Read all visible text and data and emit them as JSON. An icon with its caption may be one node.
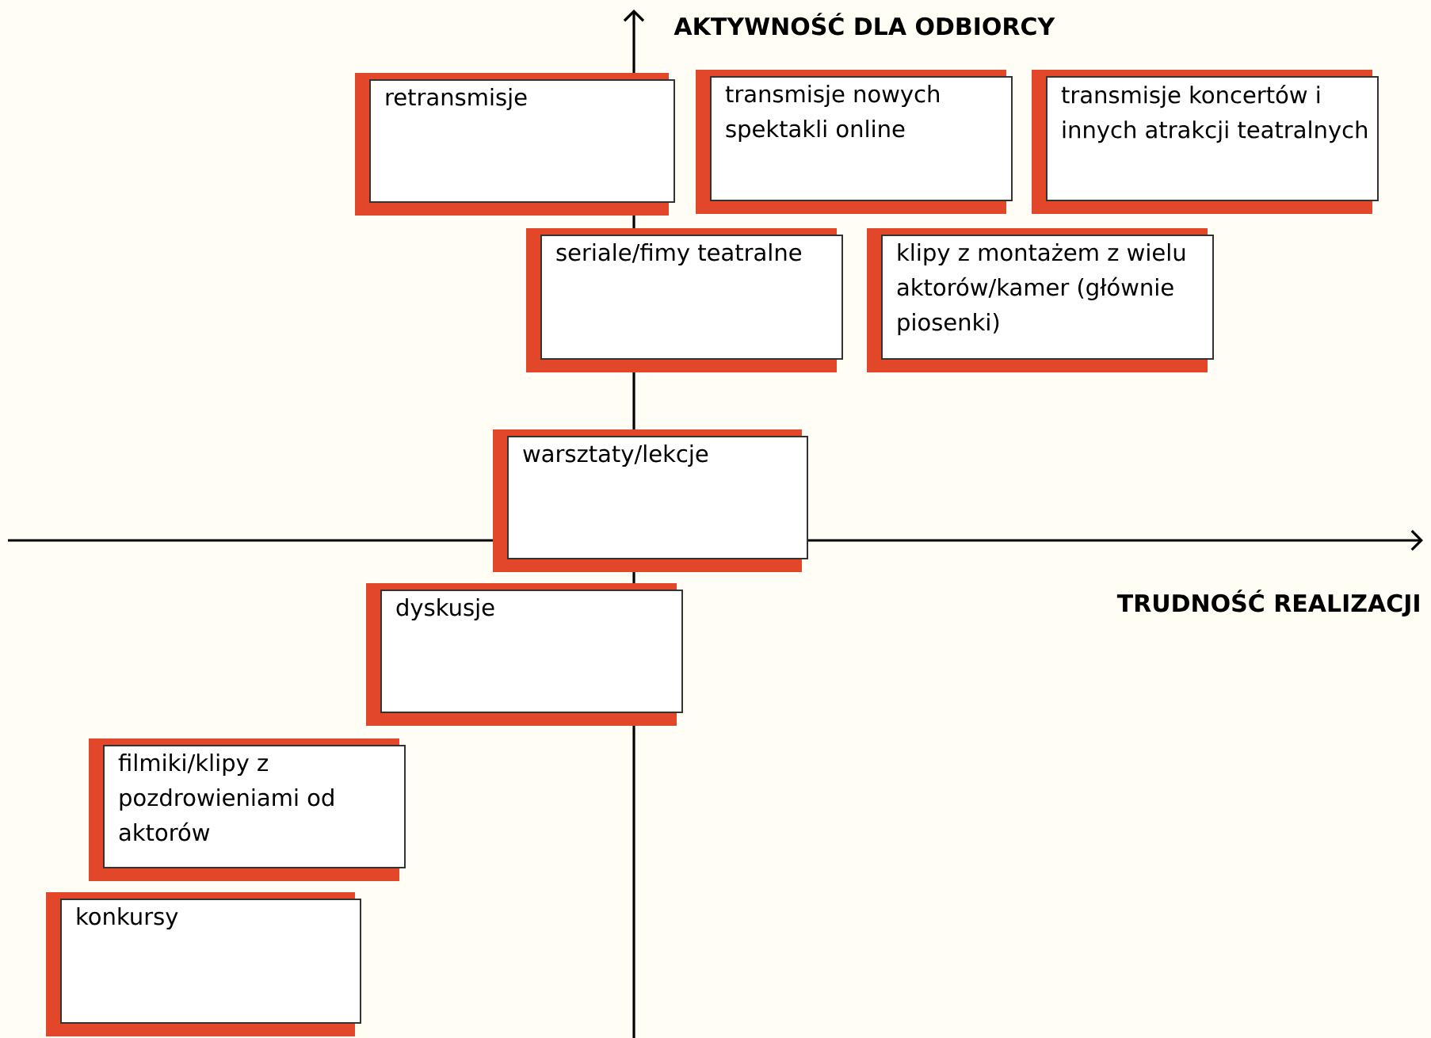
{
  "diagram": {
    "nodes": [
      {
        "text": [
          "retransmisje"
        ]
      },
      {
        "text": [
          "transmisje nowych spektakli online"
        ]
      },
      {
        "text": [
          "transmisje koncertów i innych atrakcji teatralnych"
        ]
      },
      {
        "text": [
          "seriale/fimy teatralne"
        ]
      },
      {
        "text": [
          "klipy z montażem z wielu aktorów/kamer (głównie piosenki)"
        ]
      },
      {
        "text": [
          "warsztaty/lekcje"
        ]
      },
      {
        "text": [
          "dyskusje"
        ]
      },
      {
        "text": [
          "filmiki/klipy z pozdrowieniami od aktorów"
        ]
      },
      {
        "text": [
          "konkursy"
        ]
      }
    ],
    "labels": [
      "AKTYWNOŚĆ DLA ODBIORCY",
      "TRUDNOŚĆ REALIZACJI"
    ]
  }
}
